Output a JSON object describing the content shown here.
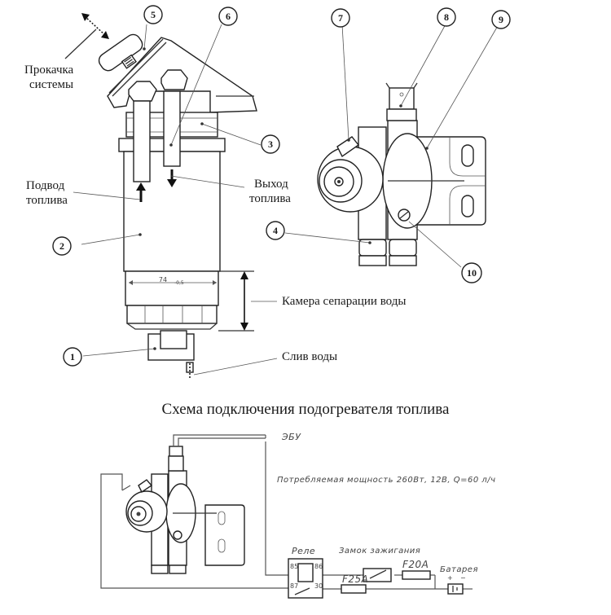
{
  "diagram": {
    "top_left": {
      "labels": {
        "bleed": [
          "Прокачка",
          "системы"
        ],
        "fuel_in": [
          "Подвод",
          "топлива"
        ],
        "fuel_out": [
          "Выход",
          "топлива"
        ],
        "water_chamber": "Камера сепарации воды",
        "water_drain": "Слив воды",
        "dimension": "74",
        "dimension_sub": "-0,5"
      },
      "callouts": [
        "1",
        "2",
        "3",
        "5",
        "6"
      ]
    },
    "top_right": {
      "callouts": [
        "4",
        "7",
        "8",
        "9",
        "10"
      ]
    },
    "wiring": {
      "title": "Схема подключения подогревателя топлива",
      "ecu_label": "ЭБУ",
      "power_note": "Потребляемая мощность 260Вт, 12В, Q=60 л/ч",
      "relay_label": "Реле",
      "relay_pins": [
        "85",
        "86",
        "87",
        "30"
      ],
      "ignition_label": "Замок зажигания",
      "fuse_1": "F20A",
      "fuse_2": "F25A",
      "battery_label": "Батарея",
      "battery_plus": "+",
      "battery_minus": "−"
    }
  }
}
